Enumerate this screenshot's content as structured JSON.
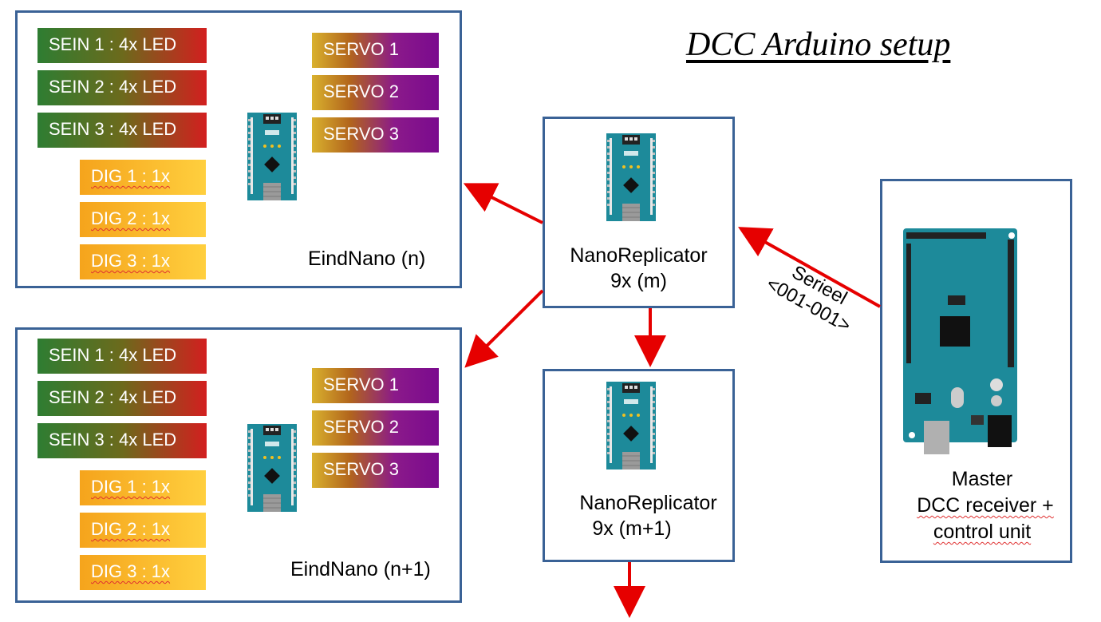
{
  "title": "DCC Arduino setup",
  "colors": {
    "frame": "#3a6296",
    "arrow": "#e60000",
    "board": "#1d8a9a",
    "sein_start": "#2e7d32",
    "sein_end": "#d21f1f",
    "dig": "#f5a41c",
    "servo": "#7a0a8e"
  },
  "eind_top": {
    "sein": [
      "SEIN 1 : 4x LED",
      "SEIN 2 : 4x LED",
      "SEIN 3 : 4x LED"
    ],
    "dig": [
      "DIG 1 : 1x",
      "DIG 2 : 1x",
      "DIG 3 : 1x"
    ],
    "servo": [
      "SERVO 1",
      "SERVO 2",
      "SERVO 3"
    ],
    "caption": "EindNano (n)"
  },
  "eind_bottom": {
    "sein": [
      "SEIN 1 : 4x LED",
      "SEIN 2 : 4x LED",
      "SEIN 3 : 4x LED"
    ],
    "dig": [
      "DIG 1 : 1x",
      "DIG 2 : 1x",
      "DIG 3 : 1x"
    ],
    "servo": [
      "SERVO 1",
      "SERVO 2",
      "SERVO 3"
    ],
    "caption": "EindNano (n+1)"
  },
  "replicator_1": {
    "line1": "NanoReplicator",
    "line2": "9x (m)"
  },
  "replicator_2": {
    "line1": "NanoReplicator",
    "line2": "9x  (m+1)"
  },
  "master": {
    "line1": "Master",
    "line2": "DCC receiver +",
    "line3": "control unit"
  },
  "serial_link": {
    "line1": "Serieel",
    "line2": "<001-001>"
  }
}
